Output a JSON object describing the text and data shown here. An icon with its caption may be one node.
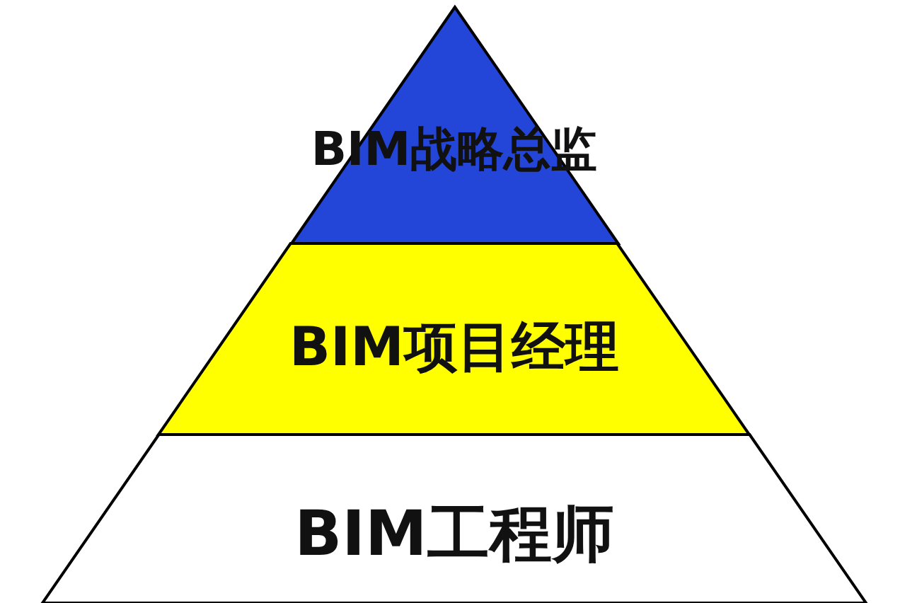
{
  "diagram": {
    "nodes": [
      {
        "text": [
          "BIM战略总监"
        ]
      },
      {
        "text": [
          "BIM项目经理"
        ]
      },
      {
        "text": [
          "BIM工程师"
        ]
      }
    ]
  }
}
